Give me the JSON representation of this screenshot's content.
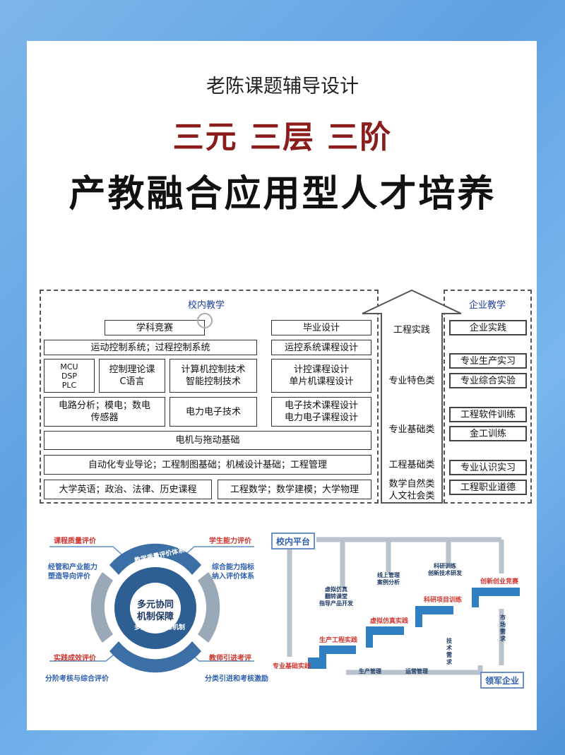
{
  "header": {
    "subtitle": "老陈课题辅导设计",
    "title_red": "三元 三层 三阶",
    "title_black": "产教融合应用型人才培养"
  },
  "curriculum": {
    "school_heading": "校内教学",
    "enterprise_heading": "企业教学",
    "school_boxes": {
      "contest": "学科竞赛",
      "graduation": "毕业设计",
      "motion_control": "运动控制系统；过程控制系统",
      "course_design": "运控系统课程设计",
      "mcu": "MCU\nDSP\nPLC",
      "control_theory": "控制理论课\nC语言",
      "computer_control": "计算机控制技术\n智能控制技术",
      "control_course": "计控课程设计\n单片机课程设计",
      "circuit": "电路分析；模电；数电\n传感器",
      "power_electronics": "电力电子技术",
      "electronics_course": "电子技术课程设计\n电力电子课程设计",
      "motor": "电机与拖动基础",
      "automation": "自动化专业导论；工程制图基础；机械设计基础；工程管理",
      "english": "大学英语；政治、法律、历史课程",
      "math": "工程数学；数学建模；大学物理"
    },
    "layers": [
      "工程实践",
      "专业特色类",
      "专业基础类",
      "工程基础类",
      "数学自然类\n人文社会类"
    ],
    "enterprise_boxes": [
      "企业实践",
      "专业生产实习",
      "专业综合实验",
      "工程软件训练",
      "金工训练",
      "专业认识实习",
      "工程职业道德"
    ]
  },
  "evaluation": {
    "center": "多元协同\n机制保障",
    "ring_top": "教学质量评价体系",
    "ring_bottom": "多元激励保障机制",
    "left_top_title": "课程质量评价",
    "left_top_desc": "经管和产业能力\n塑造导向评价",
    "right_top_title": "学生能力评价",
    "right_top_desc": "综合能力指标\n纳入评价体系",
    "left_bottom_title": "实践成效评价",
    "left_bottom_desc": "分阶考核与综合评价",
    "right_bottom_title": "教师引进考评",
    "right_bottom_desc": "分类引进和考核激励"
  },
  "stairs": {
    "school_platform": "校内平台",
    "enterprise_platform": "领军企业",
    "steps": [
      "专业基础实践",
      "生产工程实践",
      "虚拟仿真实践",
      "科研项目训练",
      "创新创业竞赛"
    ],
    "notes": {
      "virtual": "虚拟仿真\n翻转课堂\n指导产品开发",
      "online": "线上管理\n案例分析",
      "research": "科研训练\n创新技术研发",
      "production": "生产管理",
      "operation": "运营管理",
      "tech": "技\n术\n需\n求",
      "market": "市\n场\n需\n求"
    }
  }
}
